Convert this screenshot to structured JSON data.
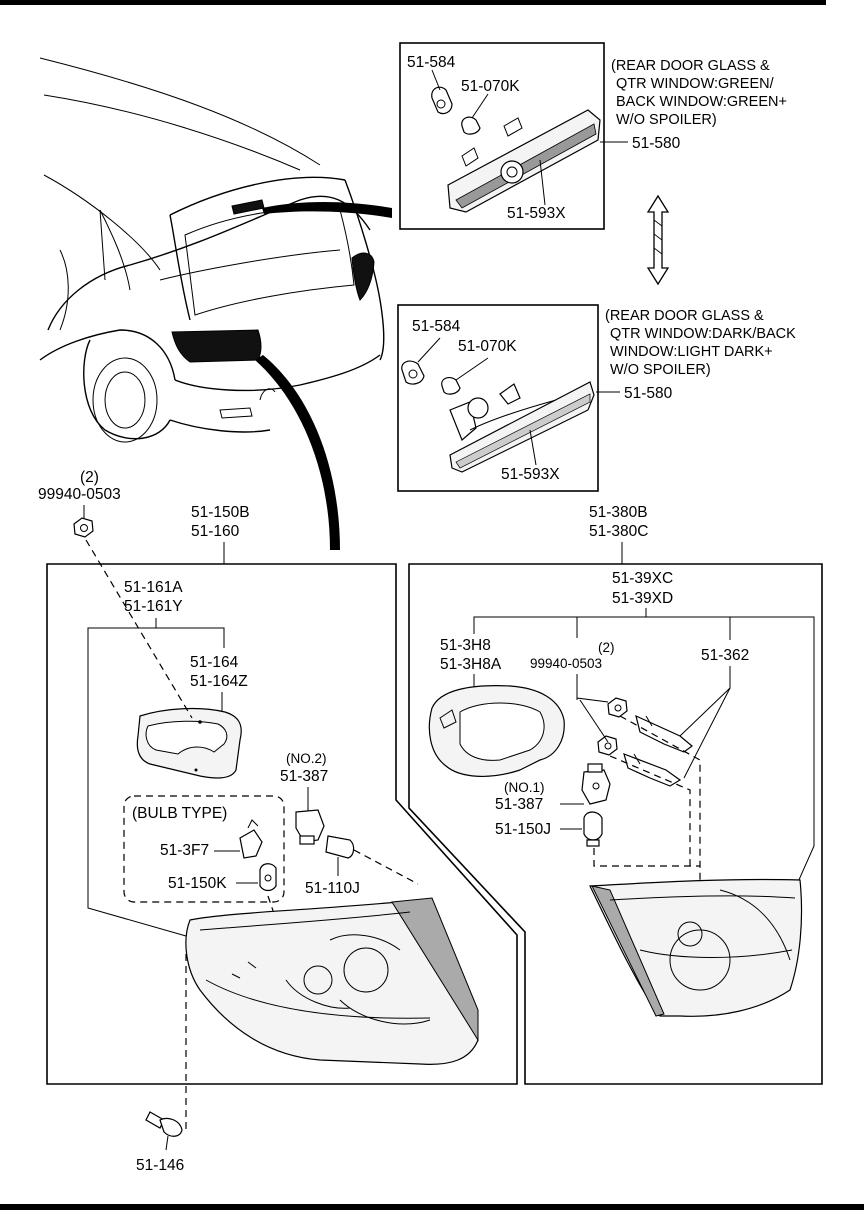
{
  "diagram": {
    "upper_box": {
      "labels": [
        "51-584",
        "51-070K",
        "51-593X",
        "51-580"
      ],
      "note": [
        "(REAR DOOR GLASS &",
        "QTR WINDOW:GREEN/",
        "BACK WINDOW:GREEN+",
        "W/O SPOILER)"
      ]
    },
    "lower_box": {
      "labels": [
        "51-584",
        "51-070K",
        "51-593X",
        "51-580"
      ],
      "note": [
        "(REAR DOOR GLASS &",
        "QTR WINDOW:DARK/BACK",
        "WINDOW:LIGHT DARK+",
        "W/O SPOILER)"
      ]
    },
    "left_assembly": {
      "nut_qty": "(2)",
      "nut_part": "99940-0503",
      "header": [
        "51-150B",
        "51-160"
      ],
      "gasket_group": [
        "51-161A",
        "51-161Y"
      ],
      "gasket": [
        "51-164",
        "51-164Z"
      ],
      "socket_no2_qty": "(NO.2)",
      "socket_no2": "51-387",
      "bulb_type_title": "(BULB TYPE)",
      "bulb_socket": "51-3F7",
      "bulb": "51-150K",
      "bulb_wedge": "51-110J",
      "clip": "51-146"
    },
    "right_assembly": {
      "header": [
        "51-380B",
        "51-380C"
      ],
      "group": [
        "51-39XC",
        "51-39XD"
      ],
      "cover": [
        "51-3H8",
        "51-3H8A"
      ],
      "nut_qty": "(2)",
      "nut_part": "99940-0503",
      "bracket": "51-362",
      "socket_no1_qty": "(NO.1)",
      "socket_no1": "51-387",
      "bulb": "51-150J"
    }
  }
}
